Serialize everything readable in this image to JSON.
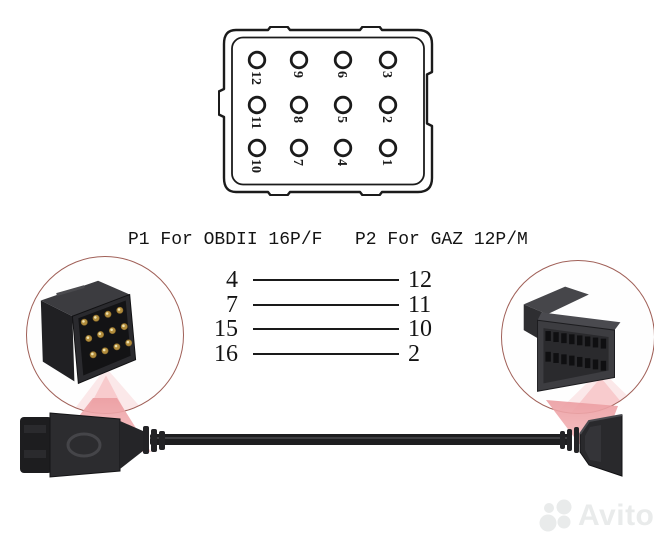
{
  "pin_diagram": {
    "rows": [
      [
        "12",
        "9",
        "6",
        "3"
      ],
      [
        "11",
        "8",
        "5",
        "2"
      ],
      [
        "10",
        "7",
        "4",
        "1"
      ]
    ]
  },
  "labels": {
    "p1": "P1 For OBDII 16P/F",
    "p2": "P2 For GAZ 12P/M"
  },
  "pin_mapping": [
    {
      "from": "4",
      "to": "12"
    },
    {
      "from": "7",
      "to": "11"
    },
    {
      "from": "15",
      "to": "10"
    },
    {
      "from": "16",
      "to": "2"
    }
  ],
  "watermark": {
    "brand": "Avito"
  },
  "icons": {
    "left_magnifier": "magnifier-circle-12pin-male-connector",
    "right_magnifier": "magnifier-circle-obd2-female-connector",
    "watermark_logo": "avito-logo-icon"
  },
  "colors": {
    "beam_pink": "#f3a8ab",
    "beam_pink_light": "#f8c0c2",
    "magnifier_border": "#a06058",
    "diagram_line": "#1b1b1b",
    "connector_black": "#2a2a2e",
    "pin_gold": "#b18c3c",
    "watermark_gray": "#e9ebeb"
  }
}
